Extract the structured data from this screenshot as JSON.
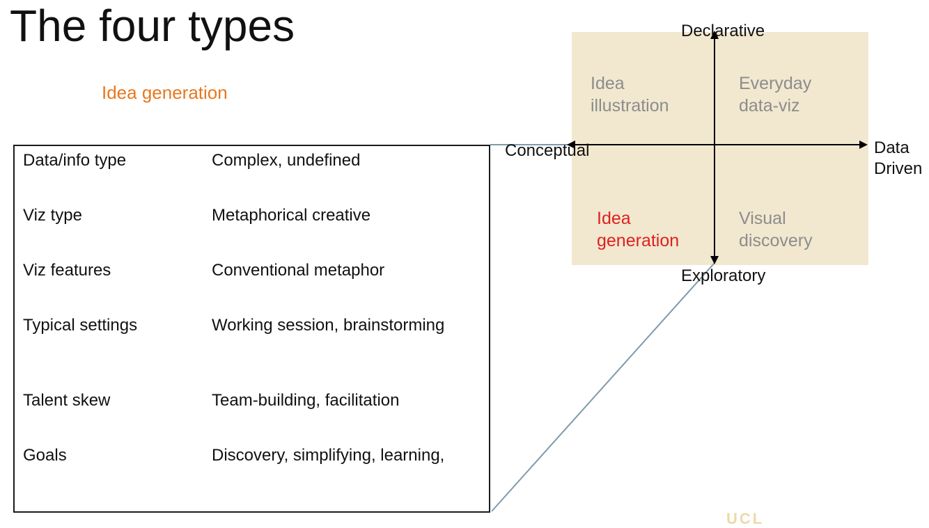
{
  "slide": {
    "title": "The four types",
    "subtitle": "Idea generation",
    "accent_color": "#e8781e"
  },
  "table": {
    "rows": [
      {
        "label": "Data/info type",
        "value": "Complex, undefined"
      },
      {
        "label": "Viz type",
        "value": "Metaphorical creative"
      },
      {
        "label": "Viz features",
        "value": "Conventional metaphor"
      },
      {
        "label": "Typical settings",
        "value": "Working session, brainstorming"
      },
      {
        "label": "Talent skew",
        "value": "Team-building, facilitation"
      },
      {
        "label": "Goals",
        "value": "Discovery, simplifying, learning,"
      }
    ]
  },
  "quadrant": {
    "background_color": "#f1e8cf",
    "muted_color": "#8c8c8c",
    "highlight_color": "#e02020",
    "axis_top": "Declarative",
    "axis_bottom": "Exploratory",
    "axis_left": "Conceptual",
    "axis_right_line1": "Data",
    "axis_right_line2": "Driven",
    "top_left": [
      "Idea",
      "illustration"
    ],
    "top_right": [
      "Everyday",
      "data-viz"
    ],
    "bottom_left": [
      "Idea",
      "generation"
    ],
    "bottom_right": [
      "Visual",
      "discovery"
    ]
  },
  "connector_color": "#7f9aab",
  "logo": {
    "text": "UCL"
  }
}
